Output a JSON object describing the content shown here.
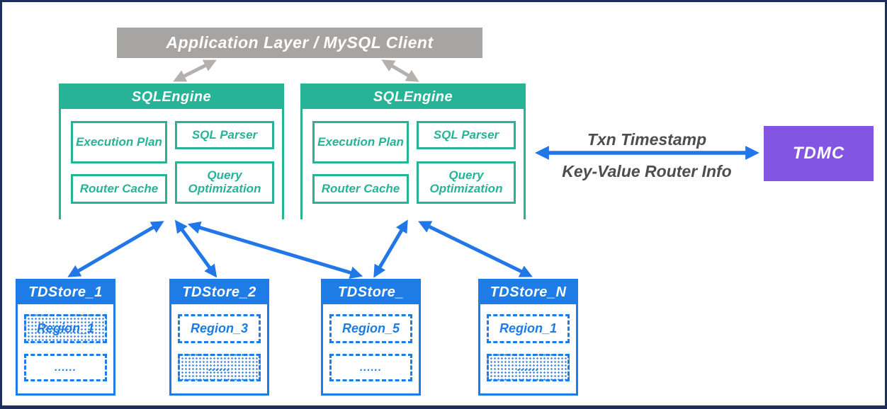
{
  "colors": {
    "teal": "#26b396",
    "blue": "#1e7ce6",
    "arrow_blue": "#2176e8",
    "purple": "#8455e2",
    "gray_box": "#a7a5a3",
    "arrow_gray": "#b3b0ae",
    "frame_navy": "#1d2d5c",
    "link_label_text": "#4d4d4d"
  },
  "app_layer": {
    "label": "Application Layer / MySQL Client"
  },
  "engines": [
    {
      "title": "SQLEngine",
      "modules": [
        "Execution Plan",
        "SQL Parser",
        "Router Cache",
        "Query Optimization"
      ]
    },
    {
      "title": "SQLEngine",
      "modules": [
        "Execution Plan",
        "SQL Parser",
        "Router Cache",
        "Query Optimization"
      ]
    }
  ],
  "tdmc_link": {
    "top_label": "Txn Timestamp",
    "bottom_label": "Key-Value Router Info"
  },
  "tdmc": {
    "label": "TDMC"
  },
  "tdstores": [
    {
      "title": "TDStore_1",
      "regions": [
        {
          "label": "Region_1",
          "dotted_fill": true
        },
        {
          "label": "......",
          "dotted_fill": false
        }
      ]
    },
    {
      "title": "TDStore_2",
      "regions": [
        {
          "label": "Region_3",
          "dotted_fill": false
        },
        {
          "label": "......",
          "dotted_fill": true
        }
      ]
    },
    {
      "title": "TDStore_",
      "regions": [
        {
          "label": "Region_5",
          "dotted_fill": false
        },
        {
          "label": "......",
          "dotted_fill": false
        }
      ]
    },
    {
      "title": "TDStore_N",
      "regions": [
        {
          "label": "Region_1",
          "dotted_fill": false
        },
        {
          "label": "......",
          "dotted_fill": true
        }
      ]
    }
  ]
}
